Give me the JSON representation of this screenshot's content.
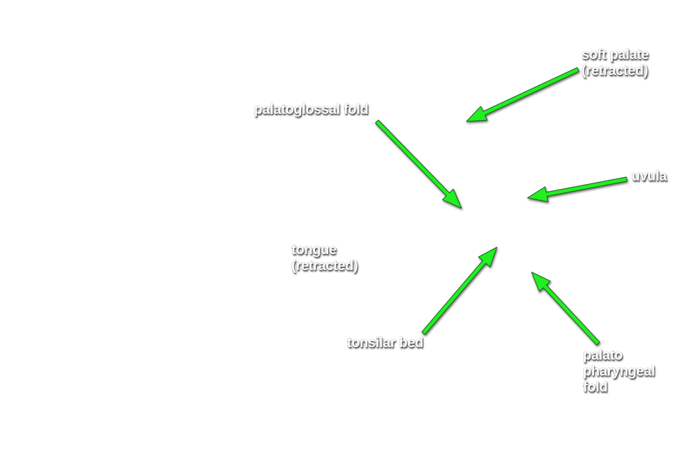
{
  "labels": {
    "soft_palate": [
      "soft palate",
      "(retracted)"
    ],
    "palatoglossal_fold": [
      "palatoglossal fold"
    ],
    "uvula": [
      "uvula"
    ],
    "tongue": [
      "tongue",
      "(retracted)"
    ],
    "tonsilar_bed": [
      "tonsilar bed"
    ],
    "palatopharyngeal_fold": [
      "palato",
      "pharyngeal",
      "fold"
    ]
  },
  "colors": {
    "arrow": "#22ee22",
    "arrow_outline": "#1a5a1a",
    "text": "#ffffff"
  }
}
